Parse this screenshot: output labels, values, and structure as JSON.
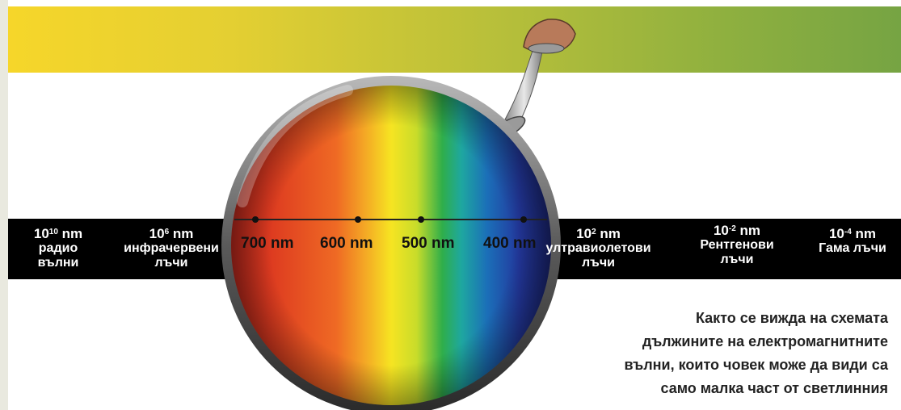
{
  "colors": {
    "band": "#000000",
    "gradient_left": "#f6d62a",
    "gradient_right": "#76a443",
    "label_text": "#ffffff",
    "caption_text": "#222222"
  },
  "scale_labels": [
    {
      "exp": "10",
      "value": "nm",
      "line2": "радио",
      "line3": "вълни"
    },
    {
      "exp": "6",
      "value": "nm",
      "line2": "инфрачервени",
      "line3": "лъчи"
    },
    {
      "exp": "2",
      "value": "nm",
      "line2": "ултравиолетови",
      "line3": "лъчи"
    },
    {
      "exp": "-2",
      "value": "nm",
      "line2": "Рентгенови",
      "line3": "лъчи"
    },
    {
      "exp": "-4",
      "value": "nm",
      "line2": "Гама лъчи",
      "line3": ""
    }
  ],
  "visible_ticks": [
    "700 nm",
    "600 nm",
    "500 nm",
    "400 nm"
  ],
  "caption": [
    "Както се вижда на схемата",
    "дължините на електромагнитните",
    "вълни, които човек може да види са",
    "само малка част от светлинния"
  ]
}
